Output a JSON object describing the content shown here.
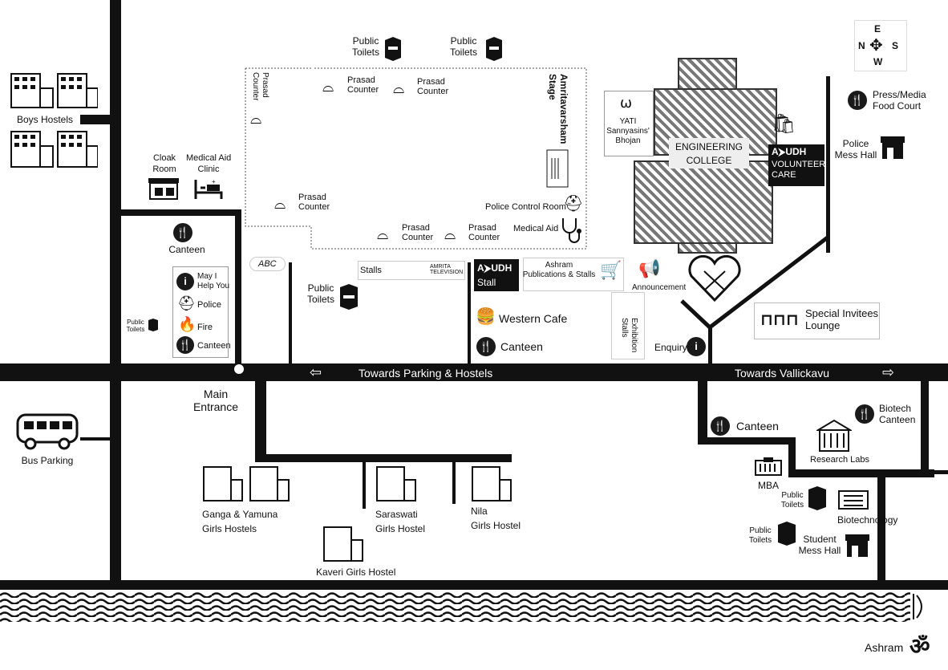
{
  "labels": {
    "boys_hostels": "Boys Hostels",
    "cloak_room": "Cloak\nRoom",
    "medical_clinic": "Medical Aid\nClinic",
    "public_toilets_1": "Public\nToilets",
    "public_toilets_2": "Public\nToilets",
    "prasad_counter_side": "Prasad\nCounter",
    "prasad_counter_a": "Prasad\nCounter",
    "prasad_counter_b": "Prasad\nCounter",
    "prasad_counter_c": "Prasad\nCounter",
    "prasad_counter_d": "Prasad\nCounter",
    "prasad_counter_e": "Prasad\nCounter",
    "stage": "Amritavarsham\nStage",
    "police_control": "Police Control Room",
    "medical_aid": "Medical Aid",
    "yati": "YATI\nSannyasins'\nBhojan",
    "engineering_college": "ENGINEERING\nCOLLEGE",
    "ayudh_logo": "A⮞UDH",
    "volunteer_care": "VOLUNTEER\nCARE",
    "press_media": "Press/Media\nFood Court",
    "police_mess": "Police\nMess Hall",
    "canteen_left": "Canteen",
    "may_i_help": "May I\nHelp You",
    "police": "Police",
    "fire": "Fire",
    "canteen_box": "Canteen",
    "public_toilets_small": "Public\nToilets",
    "public_toilets_3": "Public\nToilets",
    "stalls": "Stalls",
    "amrita_tv": "AMRITA\nTELEVISION",
    "ayudh_stall_logo": "A⮞UDH",
    "ayudh_stall": "Stall",
    "ashram_pub": "Ashram\nPublications & Stalls",
    "announcement": "Announcement",
    "western_cafe": "Western Cafe",
    "canteen_mid": "Canteen",
    "exhibition": "Exhibition\nStalls",
    "enquiry": "Enquiry",
    "special_invitees": "Special Invitees\nLounge",
    "towards_parking": "Towards Parking & Hostels",
    "towards_vallickavu": "Towards Vallickavu",
    "main_entrance": "Main\nEntrance",
    "bus_parking": "Bus Parking",
    "ganga_yamuna": "Ganga & Yamuna\nGirls Hostels",
    "saraswati": "Saraswati\nGirls Hostel",
    "nila": "Nila\nGirls Hostel",
    "kaveri": "Kaveri Girls Hostel",
    "canteen_right": "Canteen",
    "research_labs": "Research Labs",
    "biotech_canteen": "Biotech\nCanteen",
    "mba": "MBA",
    "public_toilets_4": "Public\nToilets",
    "biotechnology": "Biotechnology",
    "public_toilets_5": "Public\nToilets",
    "student_mess": "Student\nMess Hall",
    "ashram": "Ashram",
    "om": "ॐ",
    "compass_n": "N",
    "compass_e": "E",
    "compass_s": "S",
    "compass_w": "W"
  },
  "icons": [
    "toilet-icon",
    "food-cover-icon",
    "building-icon",
    "info-icon",
    "canteen-icon",
    "police-cap-icon",
    "fire-icon",
    "bus-icon",
    "stethoscope-icon",
    "bed-icon",
    "store-icon",
    "shopping-cart-icon",
    "megaphone-icon",
    "burger-icon",
    "compass-icon",
    "om-icon"
  ],
  "colors": {
    "road": "#111111",
    "paper": "#ffffff"
  }
}
